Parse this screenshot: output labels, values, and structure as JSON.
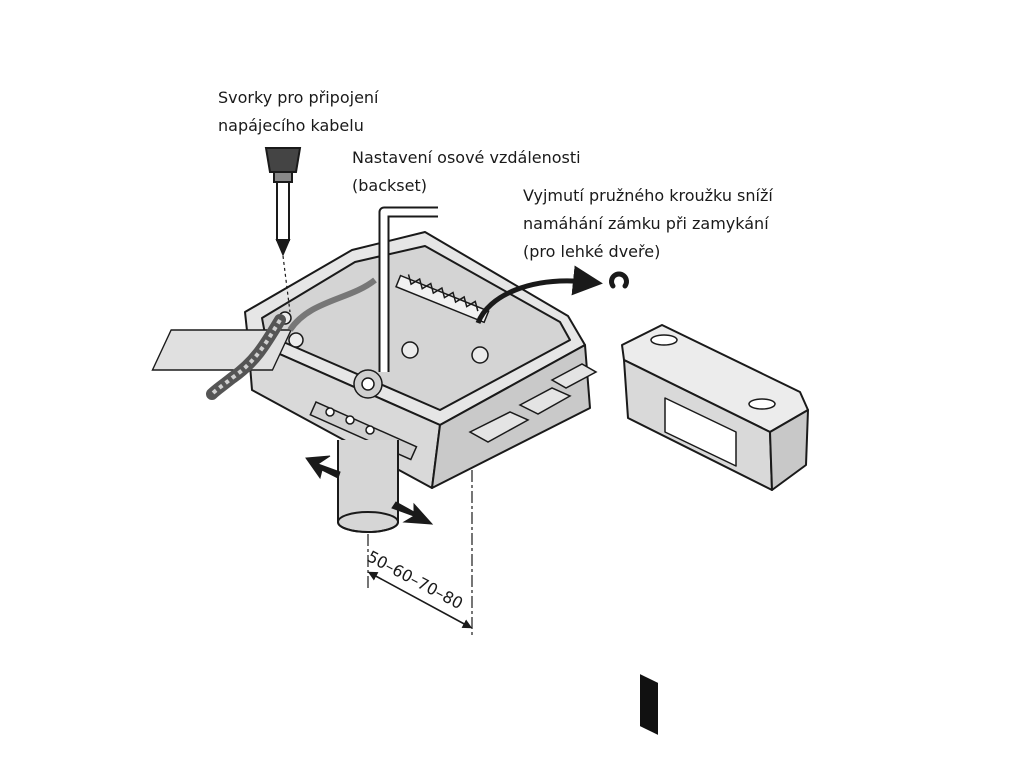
{
  "colors": {
    "line": "#1a1a1a",
    "housing_fill": "#d9d9d9",
    "housing_fill_dark": "#bdbdbd",
    "background": "#ffffff"
  },
  "callouts": {
    "terminals": {
      "line1": "Svorky pro připojení",
      "line2": "napájecího kabelu"
    },
    "backset": {
      "line1": "Nastavení osové vzdálenosti",
      "line2": "(backset)"
    },
    "ring": {
      "line1": "Vyjmutí pružného kroužku sníží",
      "line2": "namáhání zámku při zamykání",
      "line3": "(pro lehké dveře)"
    }
  },
  "dimension": {
    "label": "50–60–70–80"
  },
  "icons": {
    "tool": "screwdriver-icon",
    "key": "hex-key-icon",
    "ring": "spring-ring-icon"
  }
}
